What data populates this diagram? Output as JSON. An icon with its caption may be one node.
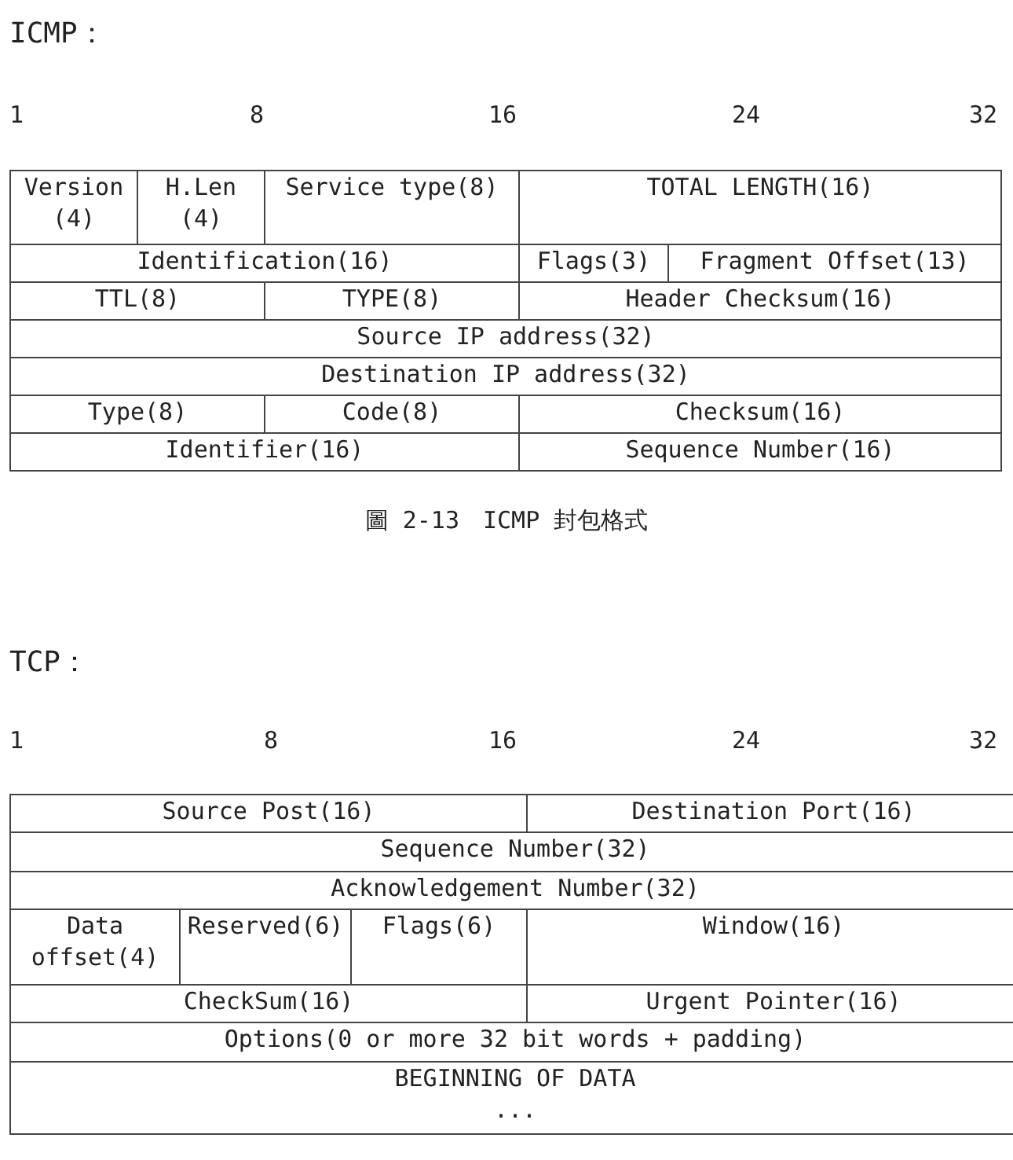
{
  "diagram": {
    "nodes": [
      {
        "text": [
          "Version (4)"
        ]
      },
      {
        "text": [
          "H.Len (4)"
        ]
      },
      {
        "text": [
          "Service type(8)"
        ]
      },
      {
        "text": [
          "TOTAL LENGTH(16)"
        ]
      },
      {
        "text": [
          "Identification(16)"
        ]
      },
      {
        "text": [
          "Flags(3)"
        ]
      },
      {
        "text": [
          "Fragment Offset(13)"
        ]
      },
      {
        "text": [
          "TTL(8)"
        ]
      },
      {
        "text": [
          "TYPE(8)"
        ]
      },
      {
        "text": [
          "Header Checksum(16)"
        ]
      },
      {
        "text": [
          "Source IP address(32)"
        ]
      },
      {
        "text": [
          "Destination IP address(32)"
        ]
      },
      {
        "text": [
          "Type(8)"
        ]
      },
      {
        "text": [
          "Code(8)"
        ]
      },
      {
        "text": [
          "Checksum(16)"
        ]
      },
      {
        "text": [
          "Identifier(16)"
        ]
      },
      {
        "text": [
          "Sequence Number(16)"
        ]
      },
      {
        "text": [
          "Source Post(16)"
        ]
      },
      {
        "text": [
          "Destination Port(16)"
        ]
      },
      {
        "text": [
          "Sequence Number(32)"
        ]
      },
      {
        "text": [
          "Acknowledgement Number(32)"
        ]
      },
      {
        "text": [
          "Data offset(4)"
        ]
      },
      {
        "text": [
          "Reserved(6)"
        ]
      },
      {
        "text": [
          "Flags(6)"
        ]
      },
      {
        "text": [
          "Window(16)"
        ]
      },
      {
        "text": [
          "CheckSum(16)"
        ]
      },
      {
        "text": [
          "Urgent Pointer(16)"
        ]
      },
      {
        "text": [
          "Options(0 or more 32 bit words + padding)"
        ]
      },
      {
        "text": [
          "BEGINNING OF DATA",
          "..."
        ]
      }
    ],
    "labels": [
      "ICMP：",
      "1",
      "8",
      "16",
      "24",
      "32",
      "圖 2-13　ICMP 封包格式",
      "TCP：",
      "1",
      "8",
      "16",
      "24",
      "32"
    ]
  }
}
